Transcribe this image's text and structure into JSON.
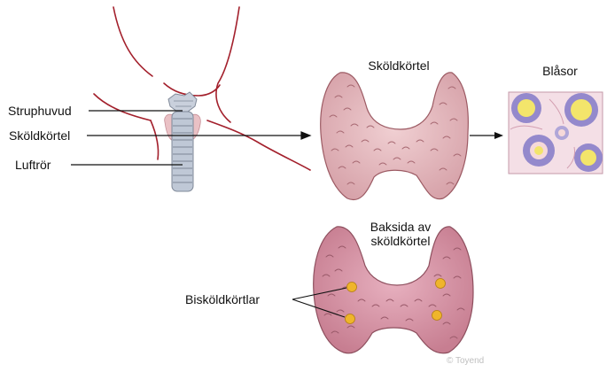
{
  "labels": {
    "larynx": "Struphuvud",
    "thyroid_left": "Sköldkörtel",
    "trachea": "Luftrör",
    "thyroid_title": "Sköldkörtel",
    "follicles": "Blåsor",
    "back_title_line1": "Baksida av",
    "back_title_line2": "sköldkörtel",
    "parathyroids": "Bisköldkörtlar"
  },
  "watermark": "© Toyend",
  "colors": {
    "neck_outline": "#a3202c",
    "gland_fill": "#e6bcc0",
    "gland_edge": "#9c5a63",
    "back_fill": "#d894a5",
    "trachea": "#b9c2cf",
    "follicle_purple": "#8e84c7",
    "follicle_yellow": "#f2e46a",
    "parathyroid": "#efb52b"
  }
}
